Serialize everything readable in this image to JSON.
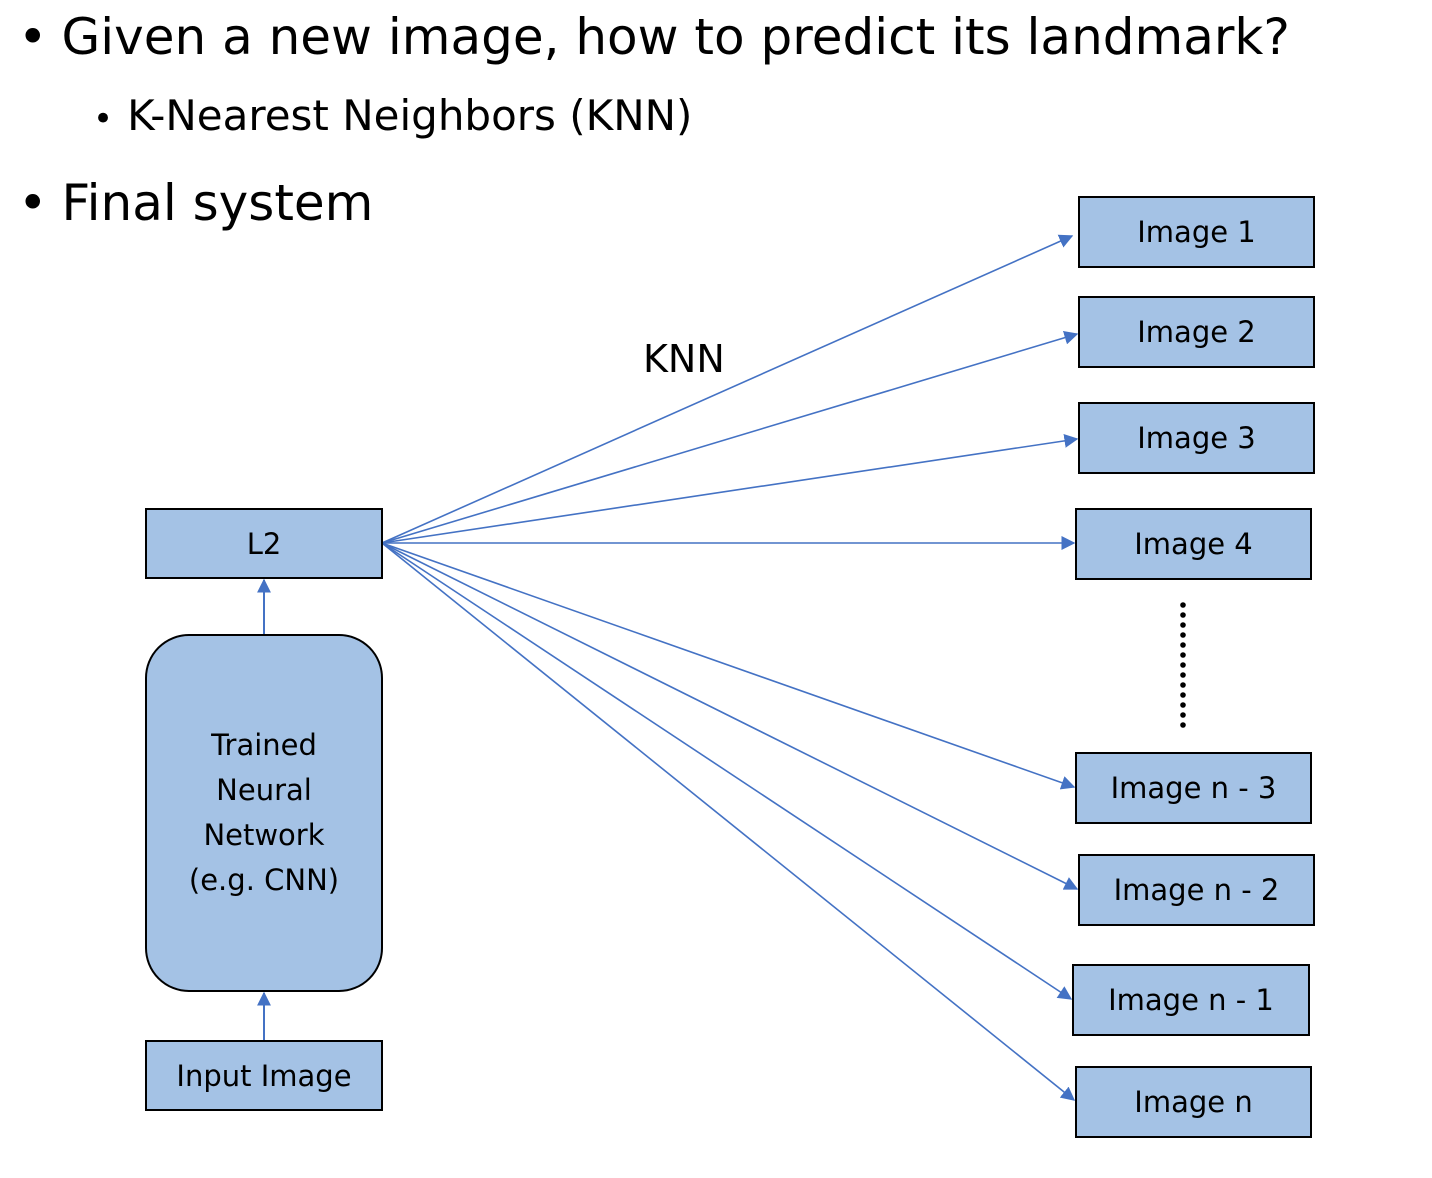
{
  "bullets": {
    "main_question": "Given a new image, how to predict its landmark?",
    "sub_answer": "K-Nearest Neighbors (KNN)",
    "final_system": "Final system"
  },
  "bullet_glyph": "•",
  "diagram": {
    "edge_label": "KNN",
    "input_box": "Input Image",
    "network_box": "Trained\nNeural\nNetwork\n(e.g. CNN)",
    "l2_box": "L2",
    "outputs": [
      "Image 1",
      "Image 2",
      "Image 3",
      "Image 4",
      "Image n - 3",
      "Image n - 2",
      "Image n - 1",
      "Image n"
    ],
    "colors": {
      "box_fill": "#a4c2e5",
      "box_border": "#000000",
      "arrow": "#4472c4"
    }
  }
}
